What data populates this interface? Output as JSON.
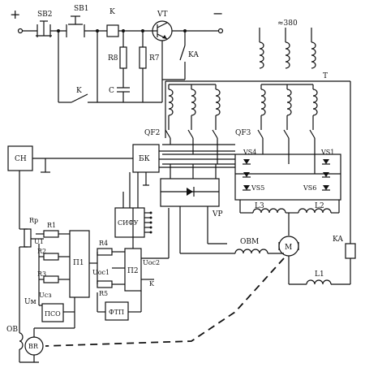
{
  "diagram": {
    "labels": {
      "plus": "+",
      "minus": "−",
      "sb2": "SB2",
      "sb1": "SB1",
      "k_top": "K",
      "vt": "VT",
      "r8": "R8",
      "r7": "R7",
      "ka_top": "KA",
      "k_mid": "K",
      "c": "C",
      "supply": "≈380",
      "t": "T",
      "qf2": "QF2",
      "qf3": "QF3",
      "vs4": "VS4",
      "vs1": "VS1",
      "vs5": "VS5",
      "vs6": "VS6",
      "l3": "L3",
      "l2": "L2",
      "vp": "VP",
      "ovm": "ОВМ",
      "m": "M",
      "ka_right": "KA",
      "l1": "L1",
      "ch": "СН",
      "bk": "БК",
      "sifu": "СИФУ",
      "rp": "Rр",
      "r1": "R1",
      "r2": "R2",
      "r3": "R3",
      "u1_bottom": "Uсз",
      "u1": "U1",
      "p1": "П1",
      "r4": "R4",
      "r5": "R5",
      "uoc1": "Uос1",
      "p2": "П2",
      "uoc2": "Uос2",
      "k_ctrl": "K",
      "pso": "ПСО",
      "ftp": "ФТП",
      "um": "Uм",
      "ov": "ОВ",
      "br": "BR"
    }
  }
}
